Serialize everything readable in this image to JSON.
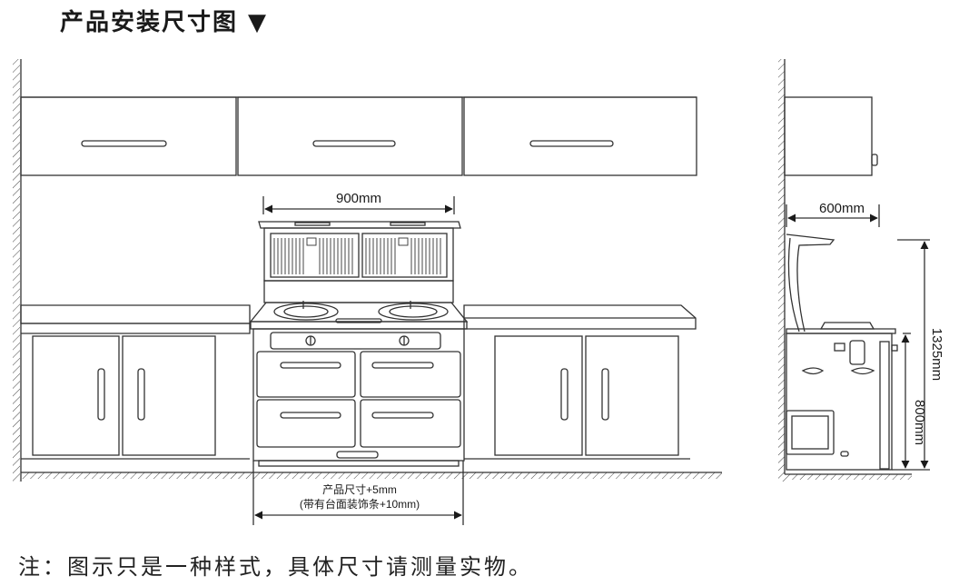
{
  "header": {
    "title": "产品安装尺寸图 ▼"
  },
  "dimensions": {
    "width": "900mm",
    "depth": "600mm",
    "height_total": "1325mm",
    "height_counter": "800mm",
    "opening_line1": "产品尺寸+5mm",
    "opening_line2": "(带有台面装饰条+10mm)"
  },
  "footer": {
    "note": "注：图示只是一种样式，具体尺寸请测量实物。"
  }
}
